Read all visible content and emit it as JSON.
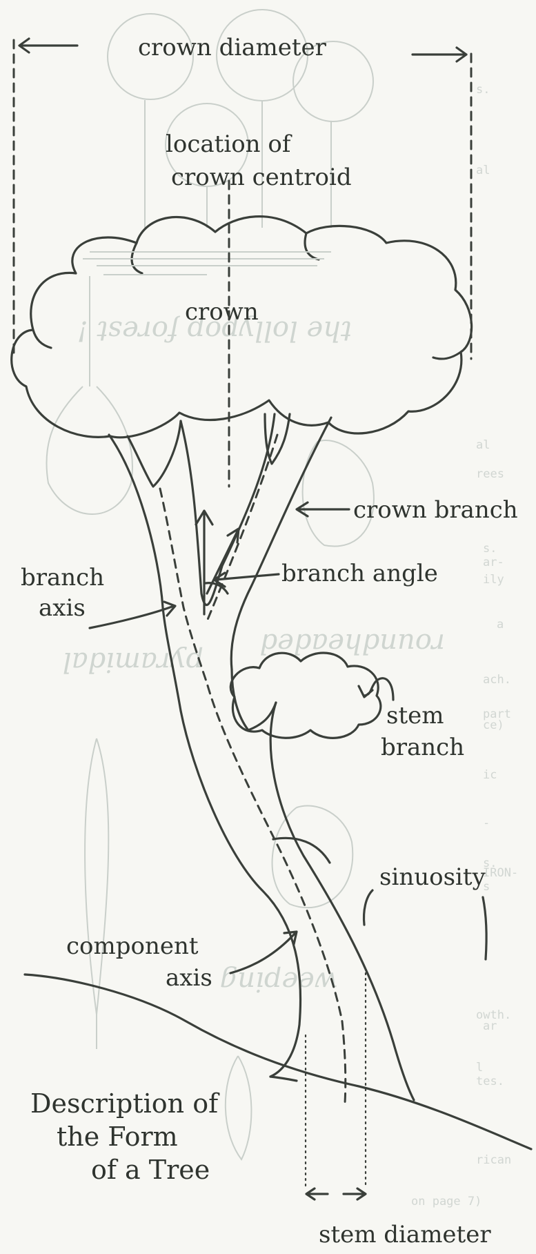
{
  "labels": {
    "crown_diameter": "crown diameter",
    "crown_centroid_line1": "location of",
    "crown_centroid_line2": "crown centroid",
    "crown": "crown",
    "crown_branch": "crown branch",
    "branch_axis_line1": "branch",
    "branch_axis_line2": "axis",
    "branch_angle": "branch angle",
    "stem_branch_line1": "stem",
    "stem_branch_line2": "branch",
    "sinuosity": "sinuosity",
    "component_axis_line1": "component",
    "component_axis_line2": "axis",
    "caption_line1": "Description of",
    "caption_line2": "the Form",
    "caption_line3": "of a Tree",
    "stem_diameter": "stem diameter"
  },
  "bleed_through": {
    "lollipop": "the lollypop forest !",
    "roundheaded": "roundheaded",
    "pyramidal": "pyramidal",
    "weeping": "weeping",
    "fragments": [
      "s.",
      "al",
      "al",
      "rees",
      "s.",
      "ar-",
      "ily",
      "a",
      "ach.",
      "part",
      "ce)",
      "ic",
      "-",
      "s.",
      "IRON-",
      "s",
      "owth.",
      "ar",
      "l",
      "tes.",
      "rican",
      "on page 7)"
    ]
  },
  "colors": {
    "ink": "#3a3f3a",
    "paper": "#f7f7f3",
    "bleed": "#cfd5d0"
  }
}
